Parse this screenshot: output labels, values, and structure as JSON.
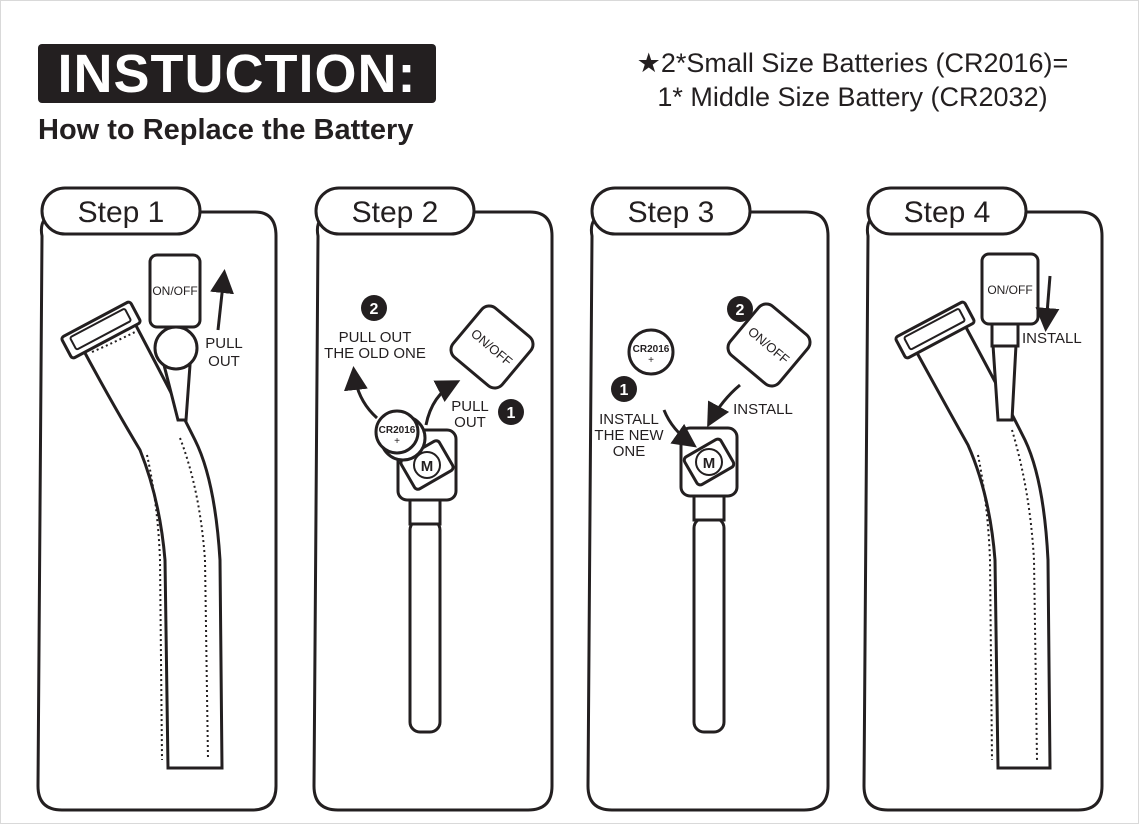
{
  "header": {
    "title": "INSTUCTION:",
    "subtitle": "How to Replace the Battery"
  },
  "note": {
    "line1": "★2*Small Size Batteries (CR2016)=",
    "line2": "1* Middle Size Battery (CR2032)"
  },
  "colors": {
    "ink": "#231f20",
    "background": "#ffffff"
  },
  "steps": [
    {
      "label": "Step 1",
      "switch_label": "ON/OFF",
      "action": [
        "PULL",
        "OUT"
      ]
    },
    {
      "label": "Step 2",
      "switch_label": "ON/OFF",
      "battery_label": "CR2016",
      "battery_sign": "+",
      "badge_1": "1",
      "badge_2": "2",
      "action_1": [
        "PULL",
        "OUT"
      ],
      "action_2": [
        "PULL OUT",
        "THE OLD ONE"
      ],
      "logo": "M"
    },
    {
      "label": "Step 3",
      "switch_label": "ON/OFF",
      "battery_label": "CR2016",
      "battery_sign": "+",
      "badge_1": "1",
      "badge_2": "2",
      "action_1": [
        "INSTALL",
        "THE NEW",
        "ONE"
      ],
      "action_2": "INSTALL",
      "logo": "M"
    },
    {
      "label": "Step 4",
      "switch_label": "ON/OFF",
      "action": "INSTALL"
    }
  ]
}
